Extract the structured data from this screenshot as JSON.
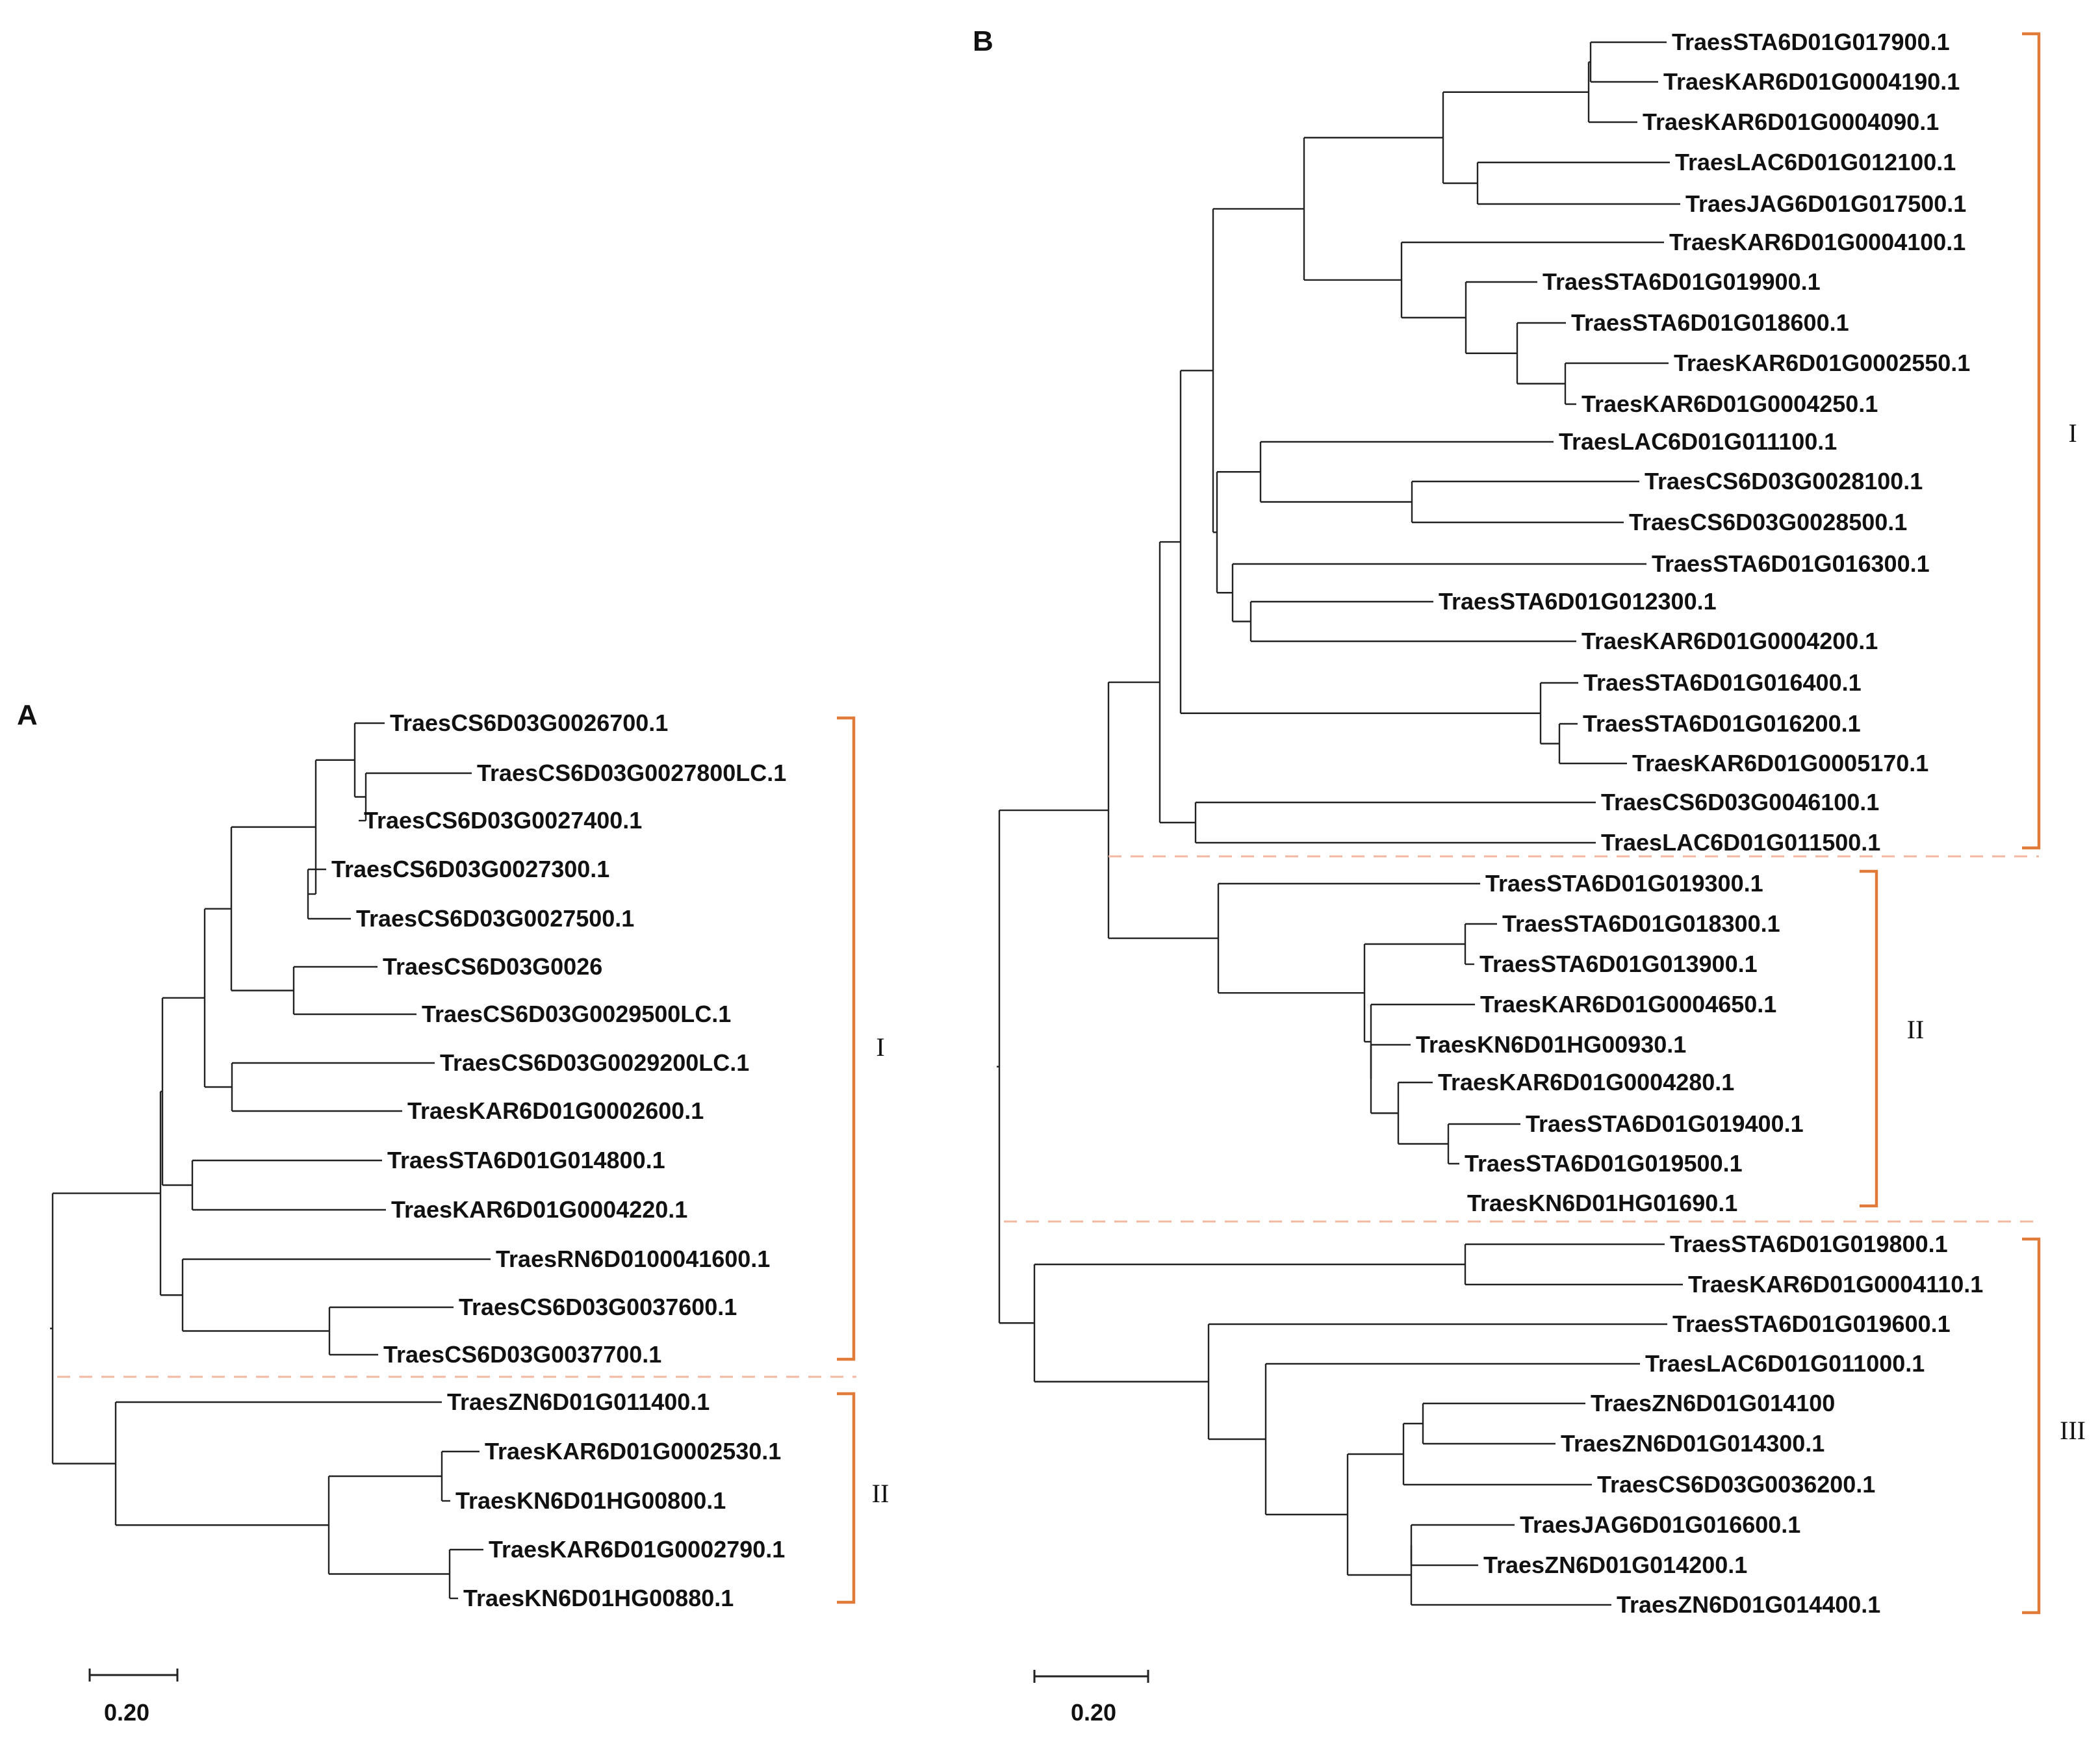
{
  "colors": {
    "branch": "#222222",
    "bracket": "#e07b39",
    "separator": "#f3b8a2",
    "text": "#111111"
  },
  "panels": [
    {
      "id": "A",
      "label": "A",
      "scale_bar_label": "0.20",
      "clades": [
        {
          "label": "I",
          "leaves": [
            "TraesCS6D03G0026700.1",
            "TraesCS6D03G0027800LC.1",
            "TraesCS6D03G0027400.1",
            "TraesCS6D03G0027300.1",
            "TraesCS6D03G0027500.1",
            "TraesCS6D03G0026",
            "TraesCS6D03G0029500LC.1",
            "TraesCS6D03G0029200LC.1",
            "TraesKAR6D01G0002600.1",
            "TraesSTA6D01G014800.1",
            "TraesKAR6D01G0004220.1",
            "TraesRN6D0100041600.1",
            "TraesCS6D03G0037600.1",
            "TraesCS6D03G0037700.1"
          ]
        },
        {
          "label": "II",
          "leaves": [
            "TraesZN6D01G011400.1",
            "TraesKAR6D01G0002530.1",
            "TraesKN6D01HG00800.1",
            "TraesKAR6D01G0002790.1",
            "TraesKN6D01HG00880.1"
          ]
        }
      ]
    },
    {
      "id": "B",
      "label": "B",
      "scale_bar_label": "0.20",
      "clades": [
        {
          "label": "I",
          "leaves": [
            "TraesSTA6D01G017900.1",
            "TraesKAR6D01G0004190.1",
            "TraesKAR6D01G0004090.1",
            "TraesLAC6D01G012100.1",
            "TraesJAG6D01G017500.1",
            "TraesKAR6D01G0004100.1",
            "TraesSTA6D01G019900.1",
            "TraesSTA6D01G018600.1",
            "TraesKAR6D01G0002550.1",
            "TraesKAR6D01G0004250.1",
            "TraesLAC6D01G011100.1",
            "TraesCS6D03G0028100.1",
            "TraesCS6D03G0028500.1",
            "TraesSTA6D01G016300.1",
            "TraesSTA6D01G012300.1",
            "TraesKAR6D01G0004200.1",
            "TraesSTA6D01G016400.1",
            "TraesSTA6D01G016200.1",
            "TraesKAR6D01G0005170.1",
            "TraesCS6D03G0046100.1",
            "TraesLAC6D01G011500.1"
          ]
        },
        {
          "label": "II",
          "leaves": [
            "TraesSTA6D01G019300.1",
            "TraesSTA6D01G018300.1",
            "TraesSTA6D01G013900.1",
            "TraesKAR6D01G0004650.1",
            "TraesKN6D01HG00930.1",
            "TraesKAR6D01G0004280.1",
            "TraesSTA6D01G019400.1",
            "TraesSTA6D01G019500.1",
            "TraesKN6D01HG01690.1"
          ]
        },
        {
          "label": "III",
          "leaves": [
            "TraesSTA6D01G019800.1",
            "TraesKAR6D01G0004110.1",
            "TraesSTA6D01G019600.1",
            "TraesLAC6D01G011000.1",
            "TraesZN6D01G014100",
            "TraesZN6D01G014300.1",
            "TraesCS6D03G0036200.1",
            "TraesJAG6D01G016600.1",
            "TraesZN6D01G014200.1",
            "TraesZN6D01G014400.1"
          ]
        }
      ]
    }
  ]
}
